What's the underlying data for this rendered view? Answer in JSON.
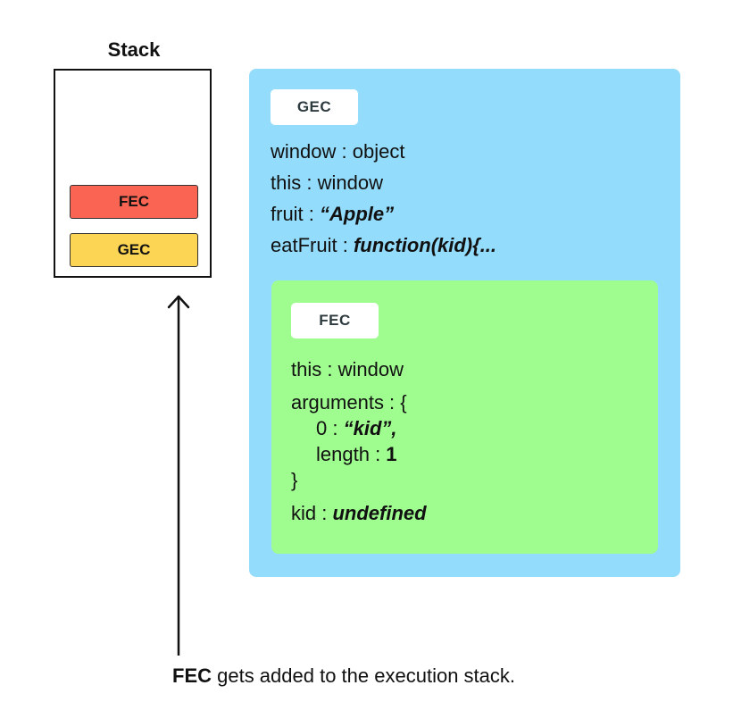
{
  "stack": {
    "title": "Stack",
    "frames": [
      {
        "label": "FEC",
        "color": "#fa6553"
      },
      {
        "label": "GEC",
        "color": "#fdd554"
      }
    ]
  },
  "global_context": {
    "label": "GEC",
    "color": "#94dcfb",
    "entries": [
      {
        "key": "window",
        "sep": " : ",
        "value": "object"
      },
      {
        "key": "this",
        "sep": " : ",
        "value": "window"
      },
      {
        "key": "fruit",
        "sep": " : ",
        "value": "“Apple”"
      },
      {
        "key": "eatFruit",
        "sep": " : ",
        "value": "function(kid){..."
      }
    ]
  },
  "function_context": {
    "label": "FEC",
    "color": "#9ffd8f",
    "this_key": "this",
    "this_sep": " : ",
    "this_value": "window",
    "arguments_open": "arguments : {",
    "arg0_key": "0",
    "arg0_sep": " : ",
    "arg0_value": "“kid”,",
    "length_key": "length",
    "length_sep": " : ",
    "length_value": "1",
    "arguments_close": "}",
    "kid_key": "kid",
    "kid_sep": " : ",
    "kid_value": "undefined"
  },
  "caption": {
    "strong": "FEC",
    "rest": " gets added to the execution stack."
  }
}
